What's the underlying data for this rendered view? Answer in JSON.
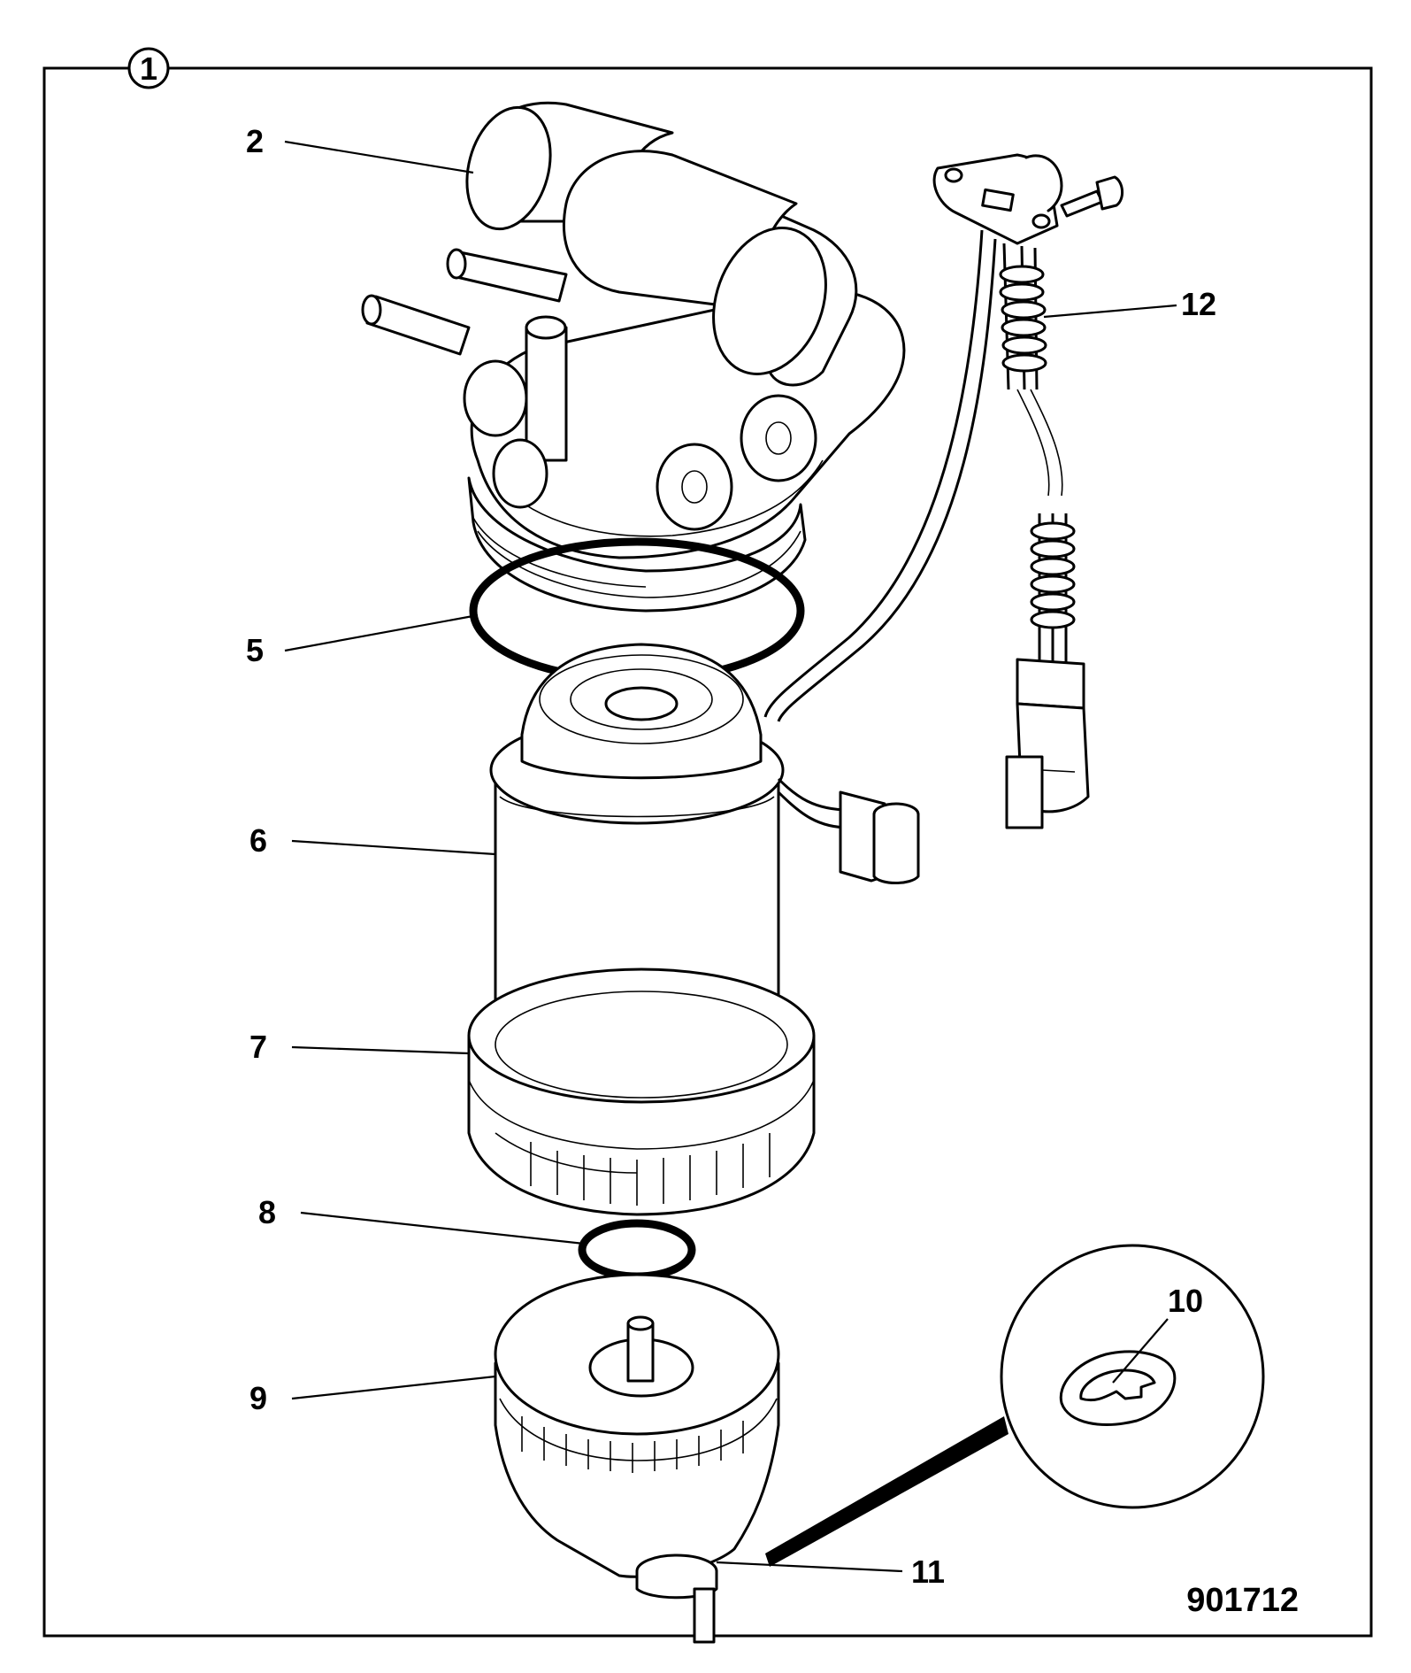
{
  "figure_number": "901712",
  "view_badge": "1",
  "callouts": {
    "c2": "2",
    "c5": "5",
    "c6": "6",
    "c7": "7",
    "c8": "8",
    "c9": "9",
    "c10": "10",
    "c11": "11",
    "c12": "12"
  }
}
